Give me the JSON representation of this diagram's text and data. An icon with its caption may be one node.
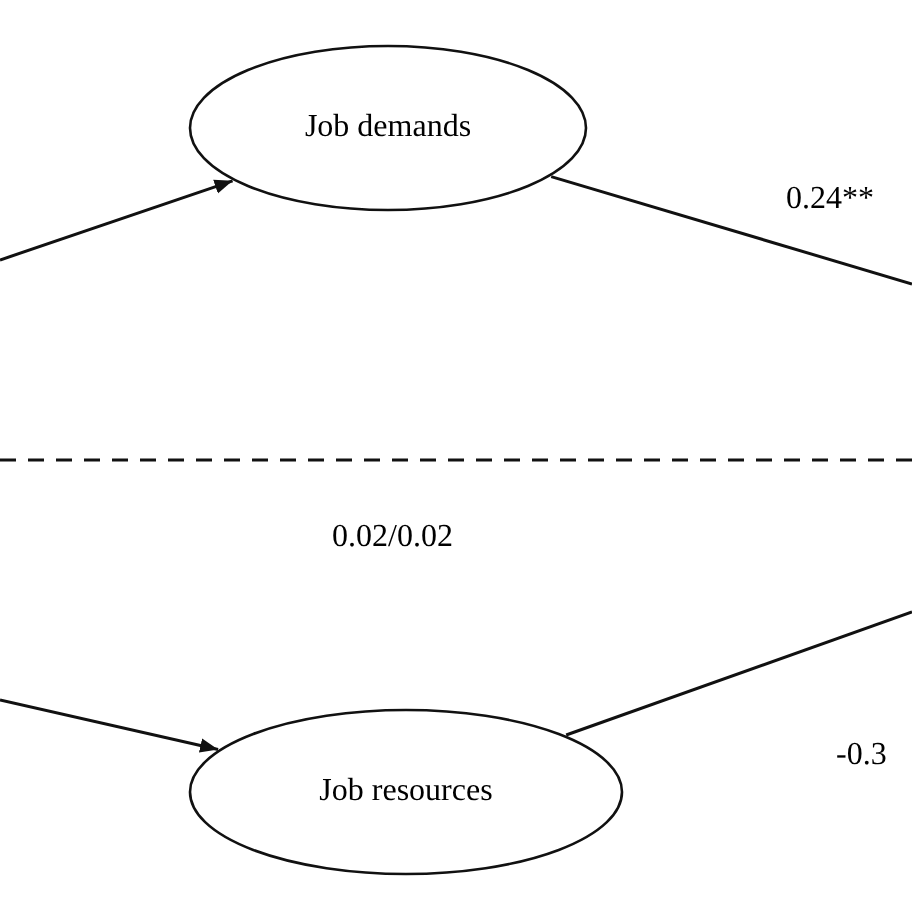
{
  "diagram": {
    "nodes": [
      {
        "text": [
          "Job demands"
        ]
      },
      {
        "text": [
          "Job resources"
        ]
      }
    ],
    "edges": [
      {
        "from": null,
        "to": 0,
        "arrow": "to"
      },
      {
        "from": null,
        "to": 1,
        "arrow": "to"
      },
      {
        "from": 0,
        "to": null,
        "arrow": "none",
        "label": "0.24**"
      },
      {
        "from": 1,
        "to": null,
        "arrow": "none",
        "label": "-0.3"
      }
    ],
    "labels": [
      "0.02/0.02"
    ]
  }
}
